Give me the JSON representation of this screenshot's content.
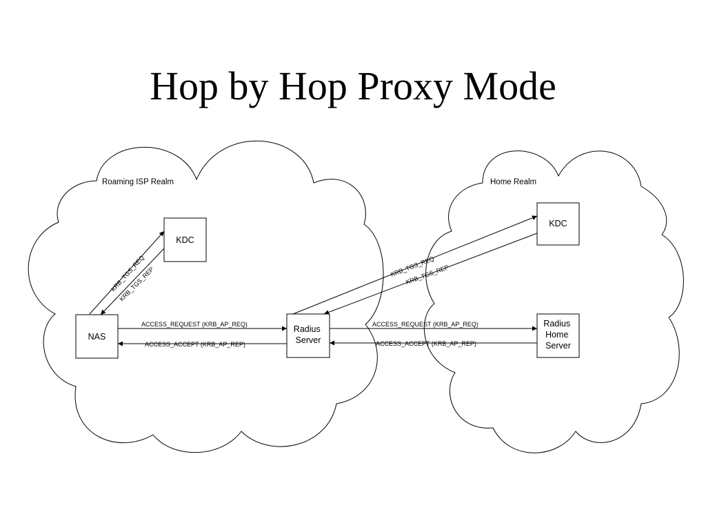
{
  "title": "Hop by Hop Proxy Mode",
  "realms": {
    "left": "Roaming ISP Realm",
    "right": "Home Realm"
  },
  "nodes": {
    "kdc_left": "KDC",
    "nas": "NAS",
    "radius_server": [
      "Radius",
      "Server"
    ],
    "kdc_right": "KDC",
    "radius_home_server": [
      "Radius",
      "Home",
      "Server"
    ]
  },
  "messages": {
    "krb_tgs_req": "KRB_TGS_REQ",
    "krb_tgs_rep": "KRB_TGS_REP",
    "access_request": "ACCESS_REQUEST (KRB_AP_REQ)",
    "access_accept": "ACCESS_ACCEPT (KRB_AP_REP)"
  }
}
